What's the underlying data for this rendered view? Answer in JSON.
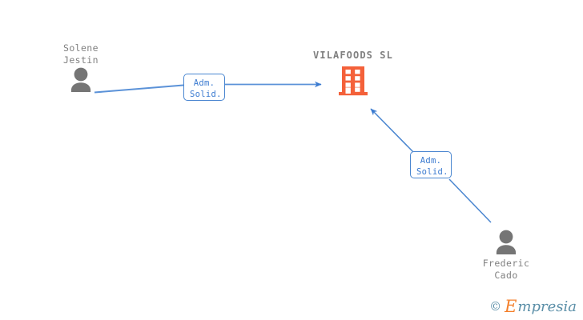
{
  "diagram": {
    "type": "corporate-relationship-graph",
    "background_color": "#ffffff",
    "company": {
      "name": "VILAFOODS SL",
      "icon": "building-icon",
      "icon_color": "#f4613a"
    },
    "people": [
      {
        "id": "solene-jestin",
        "name": "Solene\nJestin",
        "icon": "person-icon",
        "icon_color": "#757575",
        "label_color": "#808080"
      },
      {
        "id": "frederic-cado",
        "name": "Frederic\nCado",
        "icon": "person-icon",
        "icon_color": "#757575",
        "label_color": "#808080"
      }
    ],
    "relations": [
      {
        "id": "rel-solene-vilafoods",
        "label": "Adm.\nSolid.",
        "from": "solene-jestin",
        "to": "vilafoods-sl",
        "line_color": "#4a86d0",
        "arrow": "to-company"
      },
      {
        "id": "rel-frederic-vilafoods",
        "label": "Adm.\nSolid.",
        "from": "frederic-cado",
        "to": "vilafoods-sl",
        "line_color": "#4a86d0",
        "arrow": "to-company"
      }
    ]
  },
  "watermark": {
    "copyright": "©",
    "brand_initial": "E",
    "brand_rest": "mpresia",
    "initial_color": "#f4802c",
    "rest_color": "#5b8fa8"
  }
}
